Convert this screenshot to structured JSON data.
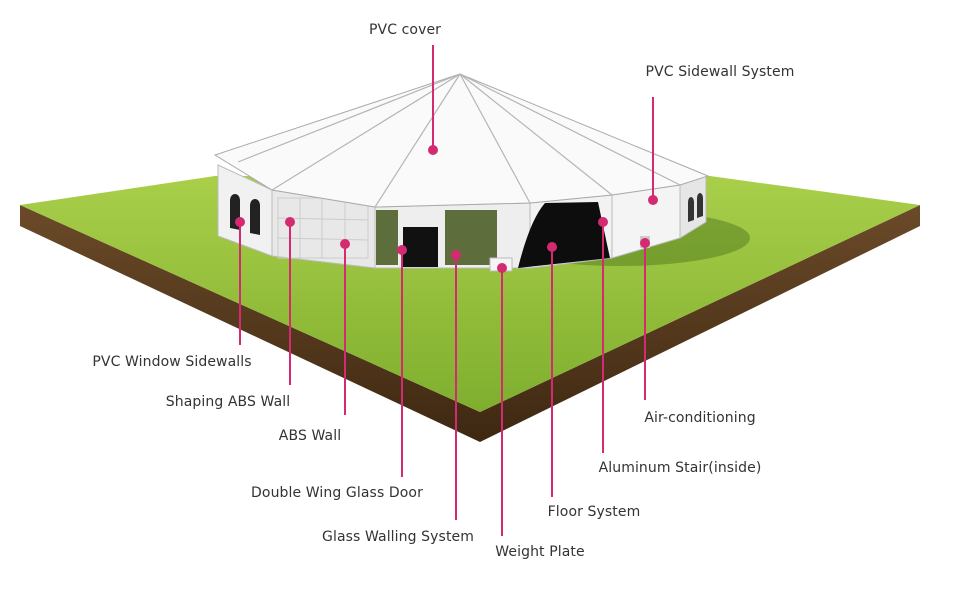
{
  "accent_color": "#d42a72",
  "labels": {
    "pvc_cover": "PVC cover",
    "pvc_sidewall_system": "PVC Sidewall System",
    "pvc_window_sidewalls": "PVC Window  Sidewalls",
    "shaping_abs_wall": "Shaping ABS Wall",
    "abs_wall": "ABS Wall",
    "double_wing_glass_door": "Double Wing Glass Door",
    "glass_walling_system": "Glass Walling System",
    "weight_plate": "Weight Plate",
    "floor_system": "Floor System",
    "aluminum_stair": "Aluminum Stair(inside)",
    "air_conditioning": "Air-conditioning"
  }
}
